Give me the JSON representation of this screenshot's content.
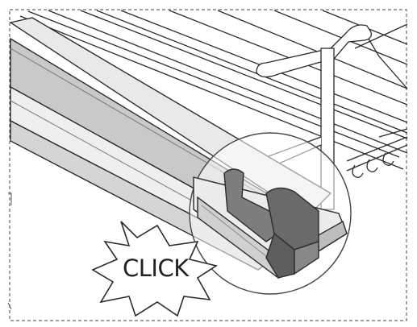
{
  "illustration": {
    "callout_text": "CLICK",
    "colors": {
      "line": "#2b2b2b",
      "rail_fill": "#e9e9e9",
      "rail_dark": "#c9c9c9",
      "clip_fill": "#7d7d7d",
      "clip_dark": "#5e5e5e",
      "background": "#ffffff"
    },
    "icons": [
      "wire-rack",
      "mounting-rail",
      "clip",
      "magnifier-circle",
      "starburst"
    ]
  }
}
